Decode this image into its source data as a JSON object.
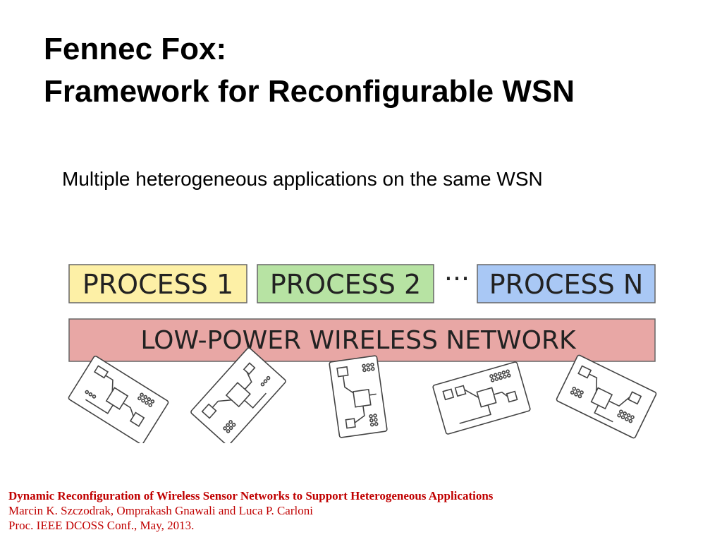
{
  "slide": {
    "title_line1": "Fennec Fox:",
    "title_line2": "Framework for Reconfigurable WSN",
    "subtitle": "Multiple heterogeneous applications on the same WSN"
  },
  "diagram": {
    "processes": [
      {
        "label": "PROCESS 1",
        "fill": "#fdf0a6"
      },
      {
        "label": "PROCESS 2",
        "fill": "#b7e3a3"
      },
      {
        "label": "PROCESS N",
        "fill": "#a9c8f5"
      }
    ],
    "ellipsis": "···",
    "network_label": "LOW-POWER WIRELESS NETWORK",
    "network_fill": "#e8a7a5",
    "board_count": 5
  },
  "citation": {
    "title": "Dynamic Reconfiguration of Wireless Sensor Networks to Support Heterogeneous Applications",
    "authors": "Marcin K. Szczodrak, Omprakash Gnawali and Luca P. Carloni",
    "venue": "Proc. IEEE DCOSS Conf., May, 2013.",
    "color": "#c00000"
  }
}
